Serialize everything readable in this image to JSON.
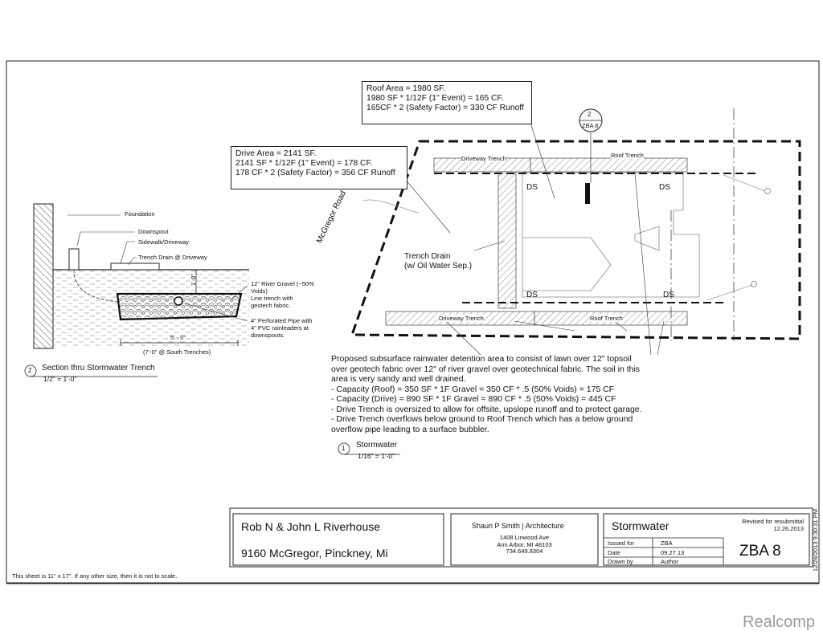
{
  "callout_roof": {
    "lines": [
      "Roof Area = 1980 SF.",
      "1980 SF * 1/12F (1\" Event) = 165 CF.",
      "165CF * 2 (Safety Factor) = 330 CF Runoff"
    ]
  },
  "callout_drive": {
    "lines": [
      "Drive Area = 2141 SF.",
      "2141 SF * 1/12F (1\" Event) = 178 CF.",
      "178 CF * 2 (Safety Factor) = 356 CF Runoff"
    ]
  },
  "section_ref": {
    "number": "2",
    "sheet": "ZBA 8"
  },
  "plan_labels": {
    "road": "McGregor Road",
    "driveway_trench_top": "Driveway Trench",
    "roof_trench_top": "Roof Trench",
    "driveway_trench_bottom": "Driveway Trench",
    "roof_trench_bottom": "Roof Trench",
    "trench_drain": "Trench Drain",
    "oil_water_sep": "(w/ Oil Water Sep.)",
    "ds": "DS"
  },
  "section_labels": {
    "foundation": "Foundation",
    "downspout": "Downspout",
    "sidewalk": "Sidewalk/Driveway",
    "trench_drain": "Trench Drain @ Driveway",
    "gravel": [
      "12\" River Gravel (~50%",
      "Voids)",
      "Line trench with",
      "geotech fabric."
    ],
    "pipe": [
      "4\" Perforated Pipe with",
      "4\" PVC rainleaders at",
      "downspouts."
    ],
    "depth": "1'-0\"",
    "width": "5' - 0\"",
    "width_note": "(7'-0\" @ South Trenches)"
  },
  "notes": {
    "lines": [
      "Proposed subsurface rainwater detention area to consist of lawn over 12\" topsoil",
      "over geotech fabric over 12\" of river gravel over geotechnical fabric. The soil in this",
      "area is very sandy and well drained.",
      "- Capacity (Roof) = 350 SF * 1F Gravel = 350 CF * .5 (50% Voids) = 175 CF",
      "- Capacity (Drive) = 890 SF * 1F Gravel = 890 CF * .5 (50% Voids) = 445 CF",
      "- Drive Trench is oversized to allow for offsite, upslope runoff and to protect garage.",
      "- Drive Trench overflows below ground to Roof Trench which has a below ground",
      "overflow pipe leading to a surface bubbler."
    ]
  },
  "title_section": {
    "number": "2",
    "title": "Section thru Stormwater Trench",
    "scale": "1/2\" = 1'-0\""
  },
  "title_plan": {
    "number": "1",
    "title": "Stormwater",
    "scale": "1/16\" = 1'-0\""
  },
  "title_block": {
    "client": "Rob N & John L Riverhouse",
    "address": "9160 McGregor, Pinckney, Mi",
    "firm": "Shaun P Smith | Architecture",
    "firm_address": [
      "1408 Linwood Ave",
      "Ann Arbor, MI 48103",
      "734.649.8304"
    ],
    "sheet_title": "Stormwater",
    "revised": [
      "Revised for resubmittal",
      "12.26.2013"
    ],
    "issued_for_label": "Issued for",
    "issued_for_value": "ZBA",
    "date_label": "Date",
    "date_value": "09.27.13",
    "drawn_by_label": "Drawn by",
    "drawn_by_value": "Author",
    "sheet_number": "ZBA 8",
    "plot_stamp": "12/26/2013 9:30:31 PM"
  },
  "scale_note": "This sheet is 11\" x 17\".  If any other size, then it is not to scale.",
  "watermark": "Realcomp"
}
